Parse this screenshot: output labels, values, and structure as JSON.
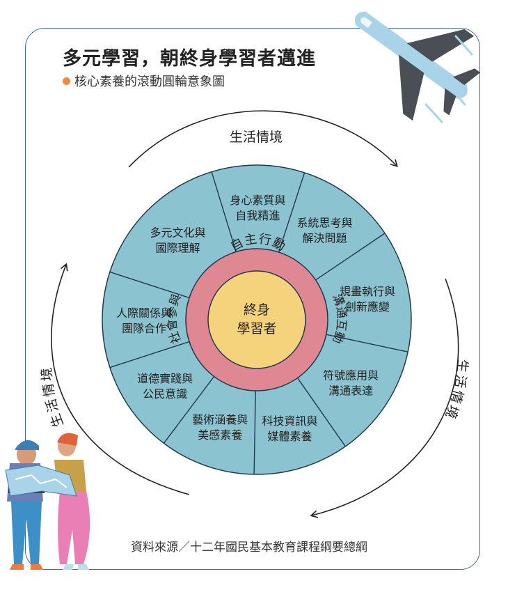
{
  "title": "多元學習，朝終身學習者邁進",
  "subtitle": "核心素養的滾動圓輪意象圖",
  "source": "資料來源／十二年國民基本教育課程綱要總綱",
  "center": {
    "line1": "終身",
    "line2": "學習者"
  },
  "ring_labels": {
    "top": "自主行動",
    "left": "社會參與",
    "right": "溝通互動"
  },
  "context_label": "生活情境",
  "colors": {
    "outer": "#8cc3d0",
    "ring": "#df8894",
    "center": "#f5d37c",
    "border": "#3a6f99",
    "accent": "#ef8b3b"
  },
  "segments": [
    {
      "id": "a1",
      "line1": "身心素質與",
      "line2": "自我精進"
    },
    {
      "id": "a2",
      "line1": "系統思考與",
      "line2": "解決問題"
    },
    {
      "id": "a3",
      "line1": "規畫執行與",
      "line2": "創新應變"
    },
    {
      "id": "b1",
      "line1": "符號應用與",
      "line2": "溝通表達"
    },
    {
      "id": "b2",
      "line1": "科技資訊與",
      "line2": "媒體素養"
    },
    {
      "id": "b3",
      "line1": "藝術涵養與",
      "line2": "美感素養"
    },
    {
      "id": "c1",
      "line1": "道德實踐與",
      "line2": "公民意識"
    },
    {
      "id": "c2",
      "line1": "人際關係與",
      "line2": "團隊合作"
    },
    {
      "id": "c3",
      "line1": "多元文化與",
      "line2": "國際理解"
    }
  ]
}
